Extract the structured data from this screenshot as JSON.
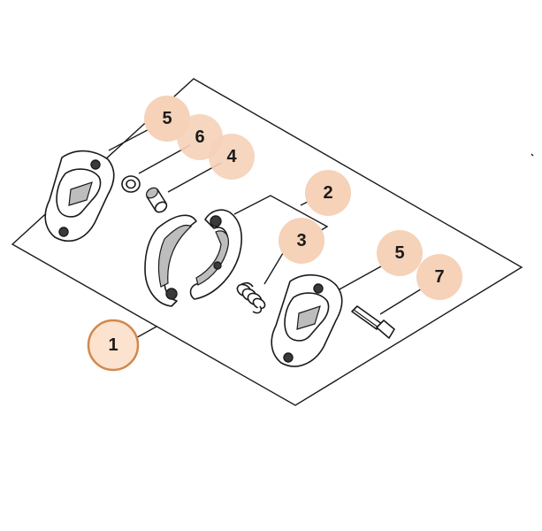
{
  "colors": {
    "bubble_fill": "#f5d2b8",
    "bubble_main_fill": "#fbe3cf",
    "bubble_main_stroke": "#d4874a",
    "line": "#1a1a1a"
  },
  "callouts": [
    {
      "label": "5"
    },
    {
      "label": "6"
    },
    {
      "label": "4"
    },
    {
      "label": "2"
    },
    {
      "label": "3"
    },
    {
      "label": "5"
    },
    {
      "label": "7"
    },
    {
      "label": "1"
    }
  ]
}
